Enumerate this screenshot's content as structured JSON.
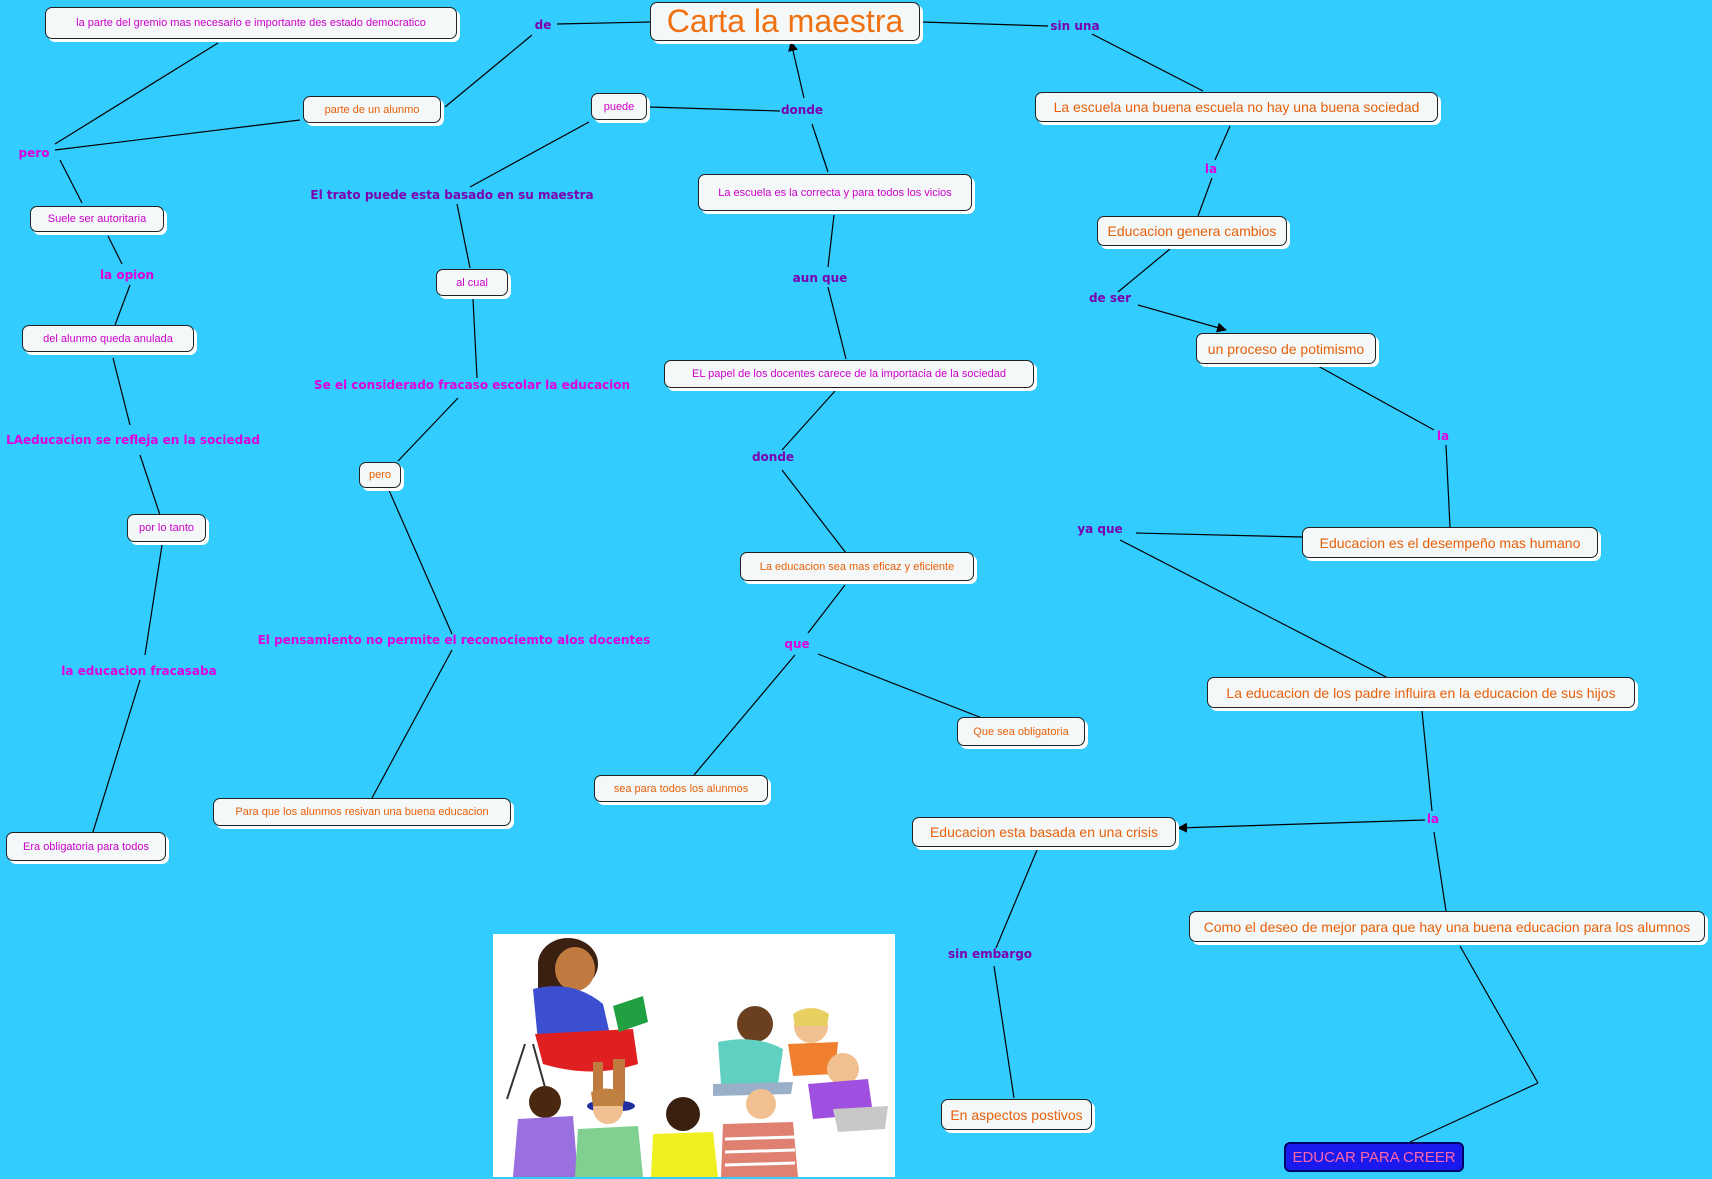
{
  "title": "Carta  la maestra",
  "nodes": {
    "parte_gremio": "la parte  del gremio mas necesario e importante   des estado democratico",
    "parte_alumno": "parte de   un  alunmo",
    "suele": "Suele ser autoritaria",
    "del_alunmo": "del  alunmo   queda anulada",
    "por_lo_tanto": "por lo  tanto",
    "era_obligatoria": "Era obligatoria para todos",
    "puede": "puede",
    "al_cual": "al cual",
    "pero_node": "pero",
    "para_que": "Para que los alunmos resivan una buena educacion",
    "escuela_correcta": "La  escuela es la correcta y para todos los vicios",
    "papel_docentes": "EL papel  de los docentes carece  de la importacia de la sociedad",
    "educacion_eficaz": "La educacion sea mas eficaz  y eficiente",
    "obligatoria": "Que  sea obligatoria",
    "sea_para": "sea para  todos los  alunmos",
    "escuela_sociedad": "La  escuela  una buena  escuela no  hay una buena sociedad",
    "genera_cambios": "Educacion genera cambios",
    "potimismo": "un proceso  de potimismo",
    "desempeno": "Educacion   es el desempeño  mas  humano",
    "padres": "La  educacion de los padre  influira  en la educacion de  sus  hijos",
    "crisis": "Educacion esta   basada en  una  crisis",
    "deseo": "Como el  deseo de  mejor para que hay una  buena educacion para los alumnos",
    "positivos": "En aspectos postivos"
  },
  "links": {
    "de": "de",
    "sin_una": "sin una",
    "pero": "pero",
    "la_opion": "la opion",
    "refleja": "LAeducacion  se refleja  en la  sociedad",
    "fracasaba": "la   educacion  fracasaba",
    "trato": "El  trato  puede  esta basado  en  su  maestra",
    "considerado": "Se  el  considerado  fracaso  escolar  la educacion",
    "pensamiento": "El pensamiento   no permite el  reconociemto   alos docentes",
    "donde1": "donde",
    "aun_que": "aun que",
    "donde2": "donde",
    "que": "que",
    "la1": "la",
    "de_ser": "de ser",
    "la2": "la",
    "ya_que": "ya  que",
    "la3": "la",
    "sin_embargo": "sin  embargo"
  },
  "button": "EDUCAR  PARA  CREER",
  "image": "teacher-reading-to-children",
  "colors": {
    "background": "#33ccff",
    "node_text_orange": "#e8600a",
    "node_text_magenta": "#cc00cc",
    "link_purple": "#7a00b0",
    "link_magenta": "#dd00dd",
    "button_bg": "#1a1aee",
    "button_text": "#ff66aa"
  }
}
